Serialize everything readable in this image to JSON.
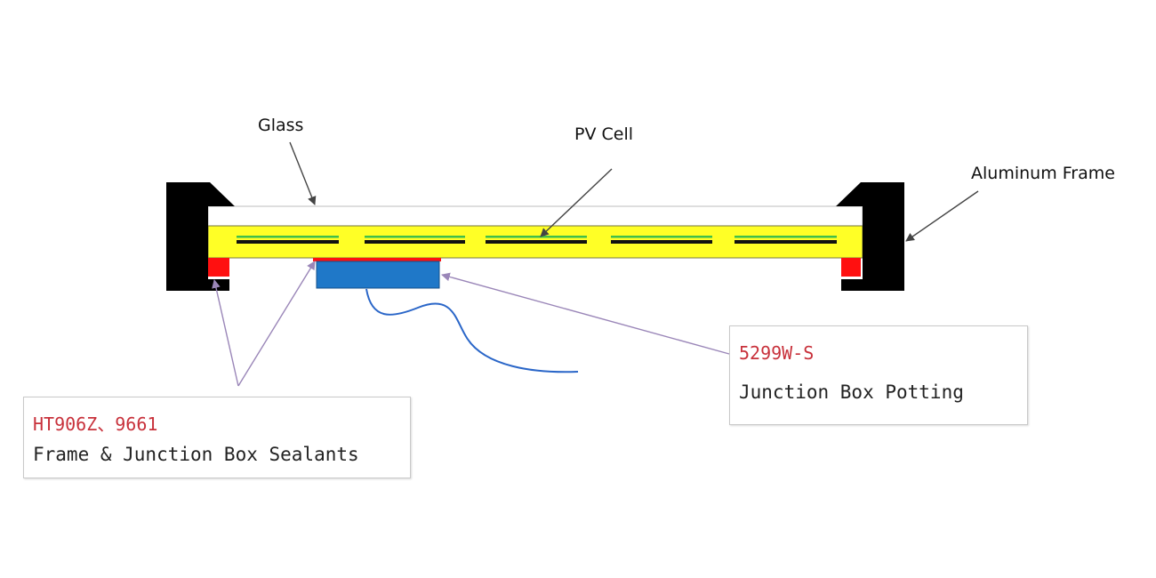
{
  "labels": {
    "glass": "Glass",
    "pv_cell": "PV Cell",
    "aluminum_frame": "Aluminum Frame"
  },
  "callouts": {
    "sealants": {
      "code": "HT906Z、9661",
      "desc": "Frame & Junction Box Sealants"
    },
    "potting": {
      "code": "5299W-S",
      "desc": "Junction Box Potting"
    }
  },
  "colors": {
    "frame": "#000000",
    "glass": "#ffffff",
    "encapsulant": "#ffff26",
    "cell_line": "#111111",
    "cell_highlight": "#3fbf4a",
    "sealant": "#ff1010",
    "junction_box": "#1f78c8",
    "cable": "#2a66c8",
    "leader": "#555555",
    "callout_leader": "#9a86b8",
    "code_text": "#c8313b"
  }
}
